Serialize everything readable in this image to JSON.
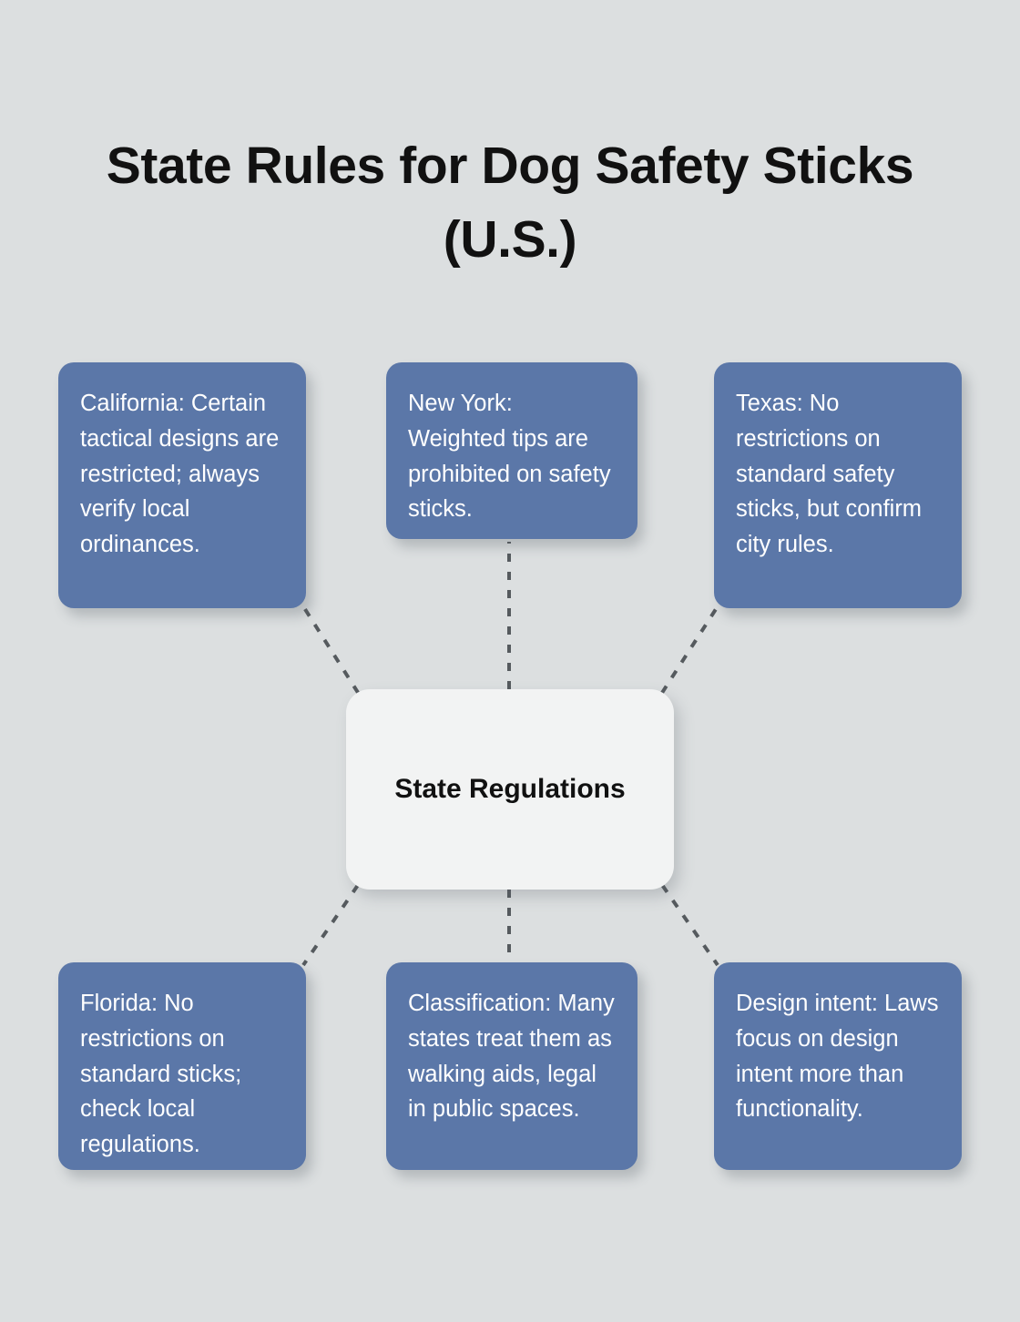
{
  "title": "State Rules for Dog Safety Sticks (U.S.)",
  "center": {
    "label": "State Regulations"
  },
  "colors": {
    "background": "#dcdfe0",
    "leaf_fill": "#5b77a8",
    "leaf_text": "#ffffff",
    "center_fill": "#f2f3f3",
    "center_text": "#111111",
    "title_text": "#111111",
    "connector": "#555a5e"
  },
  "nodes": [
    {
      "id": "california",
      "label": "California: Certain tactical designs are restricted; always verify local ordinances."
    },
    {
      "id": "newyork",
      "label": "New York: Weighted tips are prohibited on safety sticks."
    },
    {
      "id": "texas",
      "label": "Texas: No restrictions on standard safety sticks, but confirm city rules."
    },
    {
      "id": "florida",
      "label": "Florida: No restrictions on standard sticks; check local regulations."
    },
    {
      "id": "classification",
      "label": "Classification: Many states treat them as walking aids, legal in public spaces."
    },
    {
      "id": "designintent",
      "label": "Design intent: Laws focus on design intent more than functionality."
    }
  ]
}
